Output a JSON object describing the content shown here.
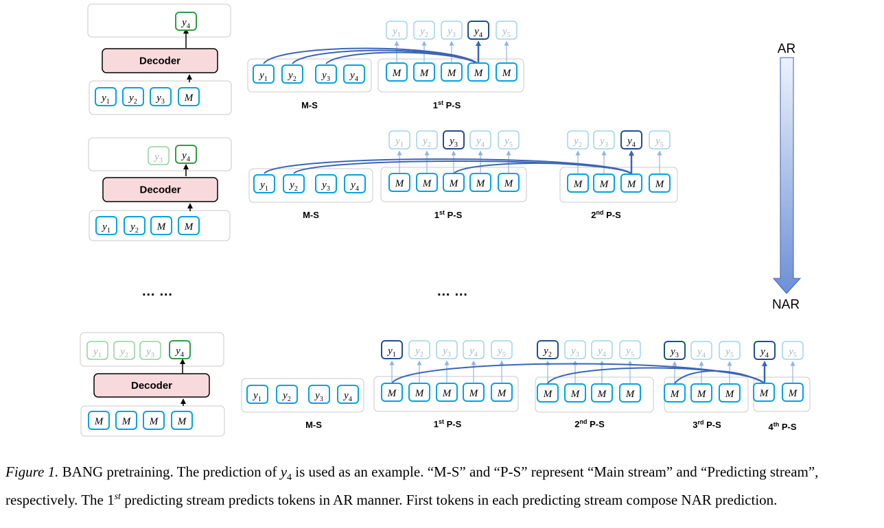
{
  "tokens": {
    "mask": "M",
    "y1": "y1",
    "y2": "y2",
    "y3": "y3",
    "y4": "y4",
    "y5": "y5"
  },
  "decoder_label": "Decoder",
  "ellipsis": "… …",
  "stream_labels": {
    "main": "M-S",
    "ps1_num": "1",
    "ps1_sup": "st",
    "ps2_num": "2",
    "ps2_sup": "nd",
    "ps3_num": "3",
    "ps3_sup": "rd",
    "ps4_num": "4",
    "ps4_sup": "th",
    "ps_suffix": " P-S"
  },
  "axis": {
    "top": "AR",
    "bottom": "NAR"
  },
  "caption": {
    "fig_label": "Figure 1.",
    "part1": " BANG pretraining. The prediction of ",
    "math_y": "y",
    "math_sub": "4",
    "part2": " is used as an example. “M-S” and “P-S” represent “Main stream” and “Predicting stream”, respectively. The ",
    "math_1": "1",
    "math_st": "st",
    "part3": " predicting stream predicts tokens in AR manner. First tokens in each predicting stream compose NAR prediction."
  },
  "colors": {
    "token_border": "#00a3e0",
    "token_faded": "#9fd3ec",
    "output_green": "#2e9e44",
    "output_green_faded": "#8fd29b",
    "decoder_fill": "#f8d9dc",
    "arc": "#3a64b7",
    "panel_border": "#c8c8c8"
  }
}
